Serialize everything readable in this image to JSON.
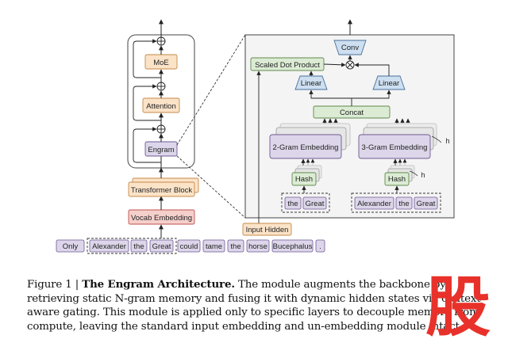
{
  "tokens": [
    "Only",
    "Alexander",
    "the",
    "Great",
    "could",
    "tame",
    "the",
    "horse",
    "Bucephalus",
    "."
  ],
  "left_column": {
    "vocab_embedding": "Vocab Embedding",
    "transformer_block": "Transformer Block",
    "engram": "Engram",
    "attention": "Attention",
    "moe": "MoE"
  },
  "detail": {
    "conv": "Conv",
    "scaled_dot_product": "Scaled Dot Product",
    "linear_left": "Linear",
    "linear_right": "Linear",
    "concat": "Concat",
    "gram2_embedding": "2-Gram Embedding",
    "gram3_embedding": "3-Gram Embedding",
    "h_label_embedding": "h",
    "hash_left": "Hash",
    "hash_right": "Hash",
    "h_label_hash": "h",
    "gram2_tokens": [
      "the",
      "Great"
    ],
    "gram3_tokens": [
      "Alexander",
      "the",
      "Great"
    ],
    "input_hidden": "Input Hidden"
  },
  "caption": {
    "prefix": "Figure 1 | ",
    "title": "The Engram Architecture.",
    "body": " The module augments the backbone by retrieving static N-gram memory and fusing it with dynamic hidden states via context-aware gating. This module is applied only to specific layers to decouple memory from compute, leaving the standard input embedding and un-embedding module intact."
  },
  "watermark_glyph": "股",
  "colors": {
    "purple_fill": "#ddd6ea",
    "purple_stroke": "#6e5a93",
    "orange_fill": "#fbe3c8",
    "orange_stroke": "#c48a47",
    "red_fill": "#f5cfcb",
    "red_stroke": "#c0504d",
    "green_fill": "#dcebd4",
    "green_stroke": "#5f8a4a",
    "blue_fill": "#cddff0",
    "blue_stroke": "#4a6f9a",
    "watermark": "#e8312a"
  }
}
